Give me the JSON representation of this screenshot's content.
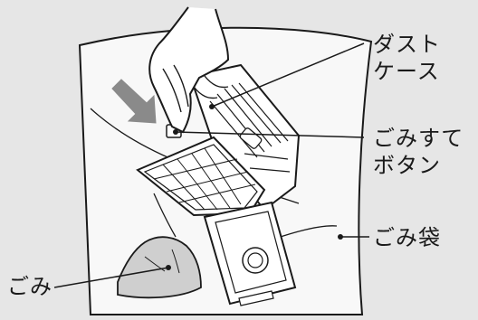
{
  "labels": {
    "dust_case": {
      "line1": "ダスト",
      "line2": "ケース"
    },
    "dump_button": {
      "line1": "ごみすて",
      "line2": "ボタン"
    },
    "garbage_bag": "ごみ袋",
    "dust": "ごみ"
  },
  "colors": {
    "background": "#e6e6e6",
    "bag_fill": "#f8f8f8",
    "stroke": "#1a1a1a",
    "arrow": "#8a8a8a",
    "dust_fill": "#cfcfcf"
  }
}
